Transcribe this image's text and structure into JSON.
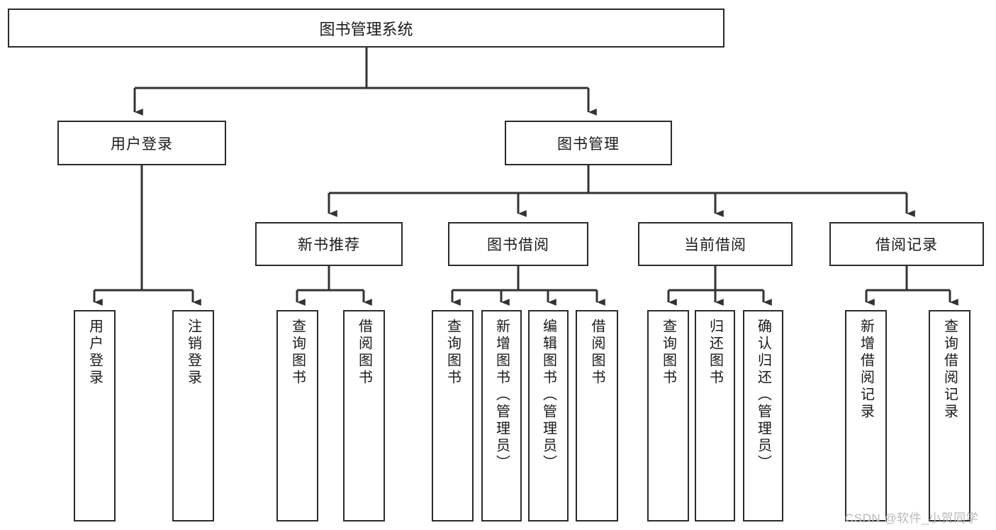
{
  "diagram": {
    "type": "tree-hierarchy-chart",
    "title": "图书管理系统",
    "watermark": "CSDN @软件_小贺同学",
    "colors": {
      "box_border": "#2b2b2b",
      "box_fill": "#ffffff",
      "line": "#333333",
      "text": "#1a1a1a",
      "watermark": "#b9b9b9"
    },
    "levels": {
      "level1": [
        {
          "id": "root",
          "label": "图书管理系统"
        }
      ],
      "level2": [
        {
          "id": "user-login",
          "label": "用户登录",
          "parent": "root"
        },
        {
          "id": "book-manage",
          "label": "图书管理",
          "parent": "root"
        }
      ],
      "level3": [
        {
          "id": "new-book-rec",
          "label": "新书推荐",
          "parent": "book-manage"
        },
        {
          "id": "book-borrow",
          "label": "图书借阅",
          "parent": "book-manage"
        },
        {
          "id": "current-borrow",
          "label": "当前借阅",
          "parent": "book-manage"
        },
        {
          "id": "borrow-record",
          "label": "借阅记录",
          "parent": "book-manage"
        }
      ],
      "leaves": [
        {
          "id": "leaf-user-login",
          "label": "用户登录",
          "parent": "user-login"
        },
        {
          "id": "leaf-logout",
          "label": "注销登录",
          "parent": "user-login"
        },
        {
          "id": "leaf-query-book-1",
          "label": "查询图书",
          "parent": "new-book-rec"
        },
        {
          "id": "leaf-borrow-book-1",
          "label": "借阅图书",
          "parent": "new-book-rec"
        },
        {
          "id": "leaf-query-book-2",
          "label": "查询图书",
          "parent": "book-borrow"
        },
        {
          "id": "leaf-add-book",
          "label": "新增图书（管理员）",
          "parent": "book-borrow"
        },
        {
          "id": "leaf-edit-book",
          "label": "编辑图书（管理员）",
          "parent": "book-borrow"
        },
        {
          "id": "leaf-borrow-book-2",
          "label": "借阅图书",
          "parent": "book-borrow"
        },
        {
          "id": "leaf-query-book-3",
          "label": "查询图书",
          "parent": "current-borrow"
        },
        {
          "id": "leaf-return-book",
          "label": "归还图书",
          "parent": "current-borrow"
        },
        {
          "id": "leaf-confirm-return",
          "label": "确认归还（管理员）",
          "parent": "current-borrow"
        },
        {
          "id": "leaf-add-record",
          "label": "新增借阅记录",
          "parent": "borrow-record"
        },
        {
          "id": "leaf-query-record",
          "label": "查询借阅记录",
          "parent": "borrow-record"
        }
      ]
    }
  }
}
